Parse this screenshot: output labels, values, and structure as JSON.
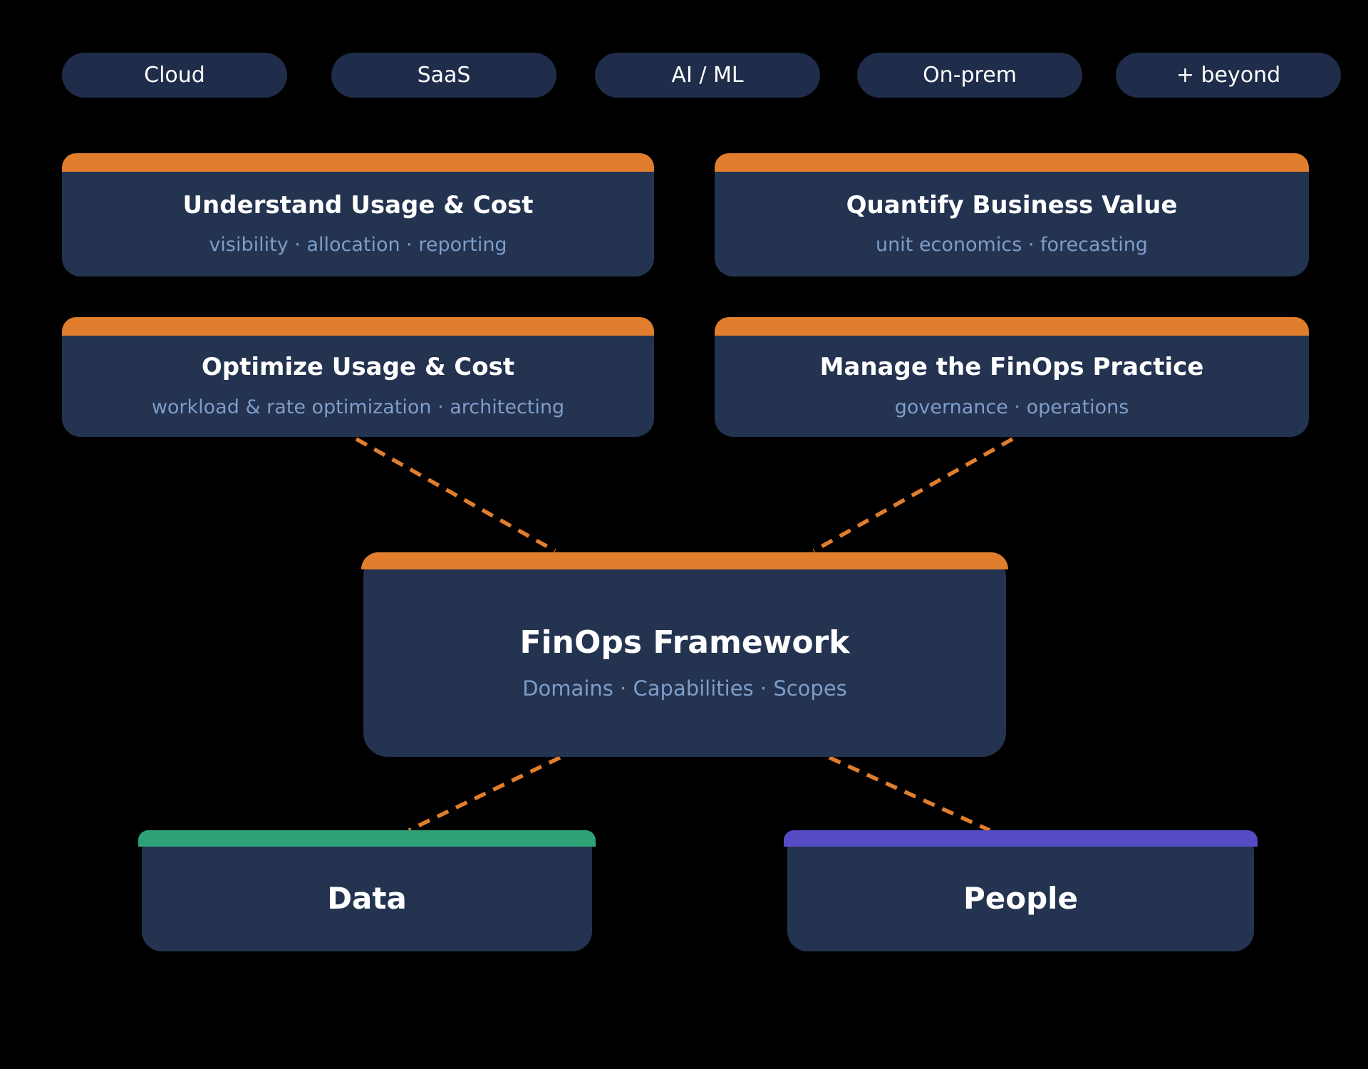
{
  "colors": {
    "background": "#000000",
    "box": "#233350",
    "pill": "#1f2c4a",
    "accent_orange": "#e07e2e",
    "accent_green": "#2ea277",
    "accent_purple": "#554bc4",
    "title_text": "#ffffff",
    "subtitle_text": "#7e9dc9"
  },
  "scopes": [
    {
      "label": "Cloud"
    },
    {
      "label": "SaaS"
    },
    {
      "label": "AI / ML"
    },
    {
      "label": "On-prem"
    },
    {
      "label": "+ beyond"
    }
  ],
  "domains": [
    {
      "title": "Understand Usage & Cost",
      "subtitle": "visibility · allocation · reporting"
    },
    {
      "title": "Quantify Business Value",
      "subtitle": "unit economics · forecasting"
    },
    {
      "title": "Optimize Usage & Cost",
      "subtitle": "workload & rate optimization · architecting"
    },
    {
      "title": "Manage the FinOps Practice",
      "subtitle": "governance · operations"
    }
  ],
  "framework": {
    "title": "FinOps Framework",
    "subtitle": "Domains · Capabilities · Scopes"
  },
  "foundations": [
    {
      "title": "Data"
    },
    {
      "title": "People"
    }
  ]
}
